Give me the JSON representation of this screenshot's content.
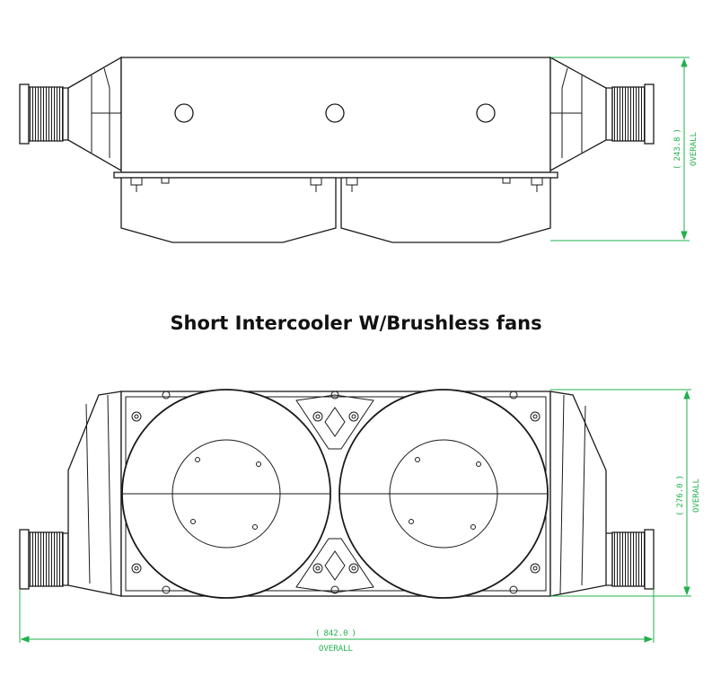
{
  "title": "Short Intercooler W/Brushless fans",
  "dimensions": {
    "height_top": {
      "value": "243.8",
      "paren_open": "(",
      "paren_close": ")",
      "label": "OVERALL"
    },
    "height_bottom": {
      "value": "276.0",
      "paren_open": "(",
      "paren_close": ")",
      "label": "OVERALL"
    },
    "width_overall": {
      "value": "842.0",
      "paren_open": "(",
      "paren_close": ")",
      "label": "OVERALL"
    }
  },
  "colors": {
    "line": "#1a1a1a",
    "dimension": "#22b14c",
    "background": "#ffffff"
  },
  "views": {
    "top": "side-elevation-view",
    "bottom": "fan-side-view",
    "fans": [
      "fan-left",
      "fan-right"
    ]
  }
}
